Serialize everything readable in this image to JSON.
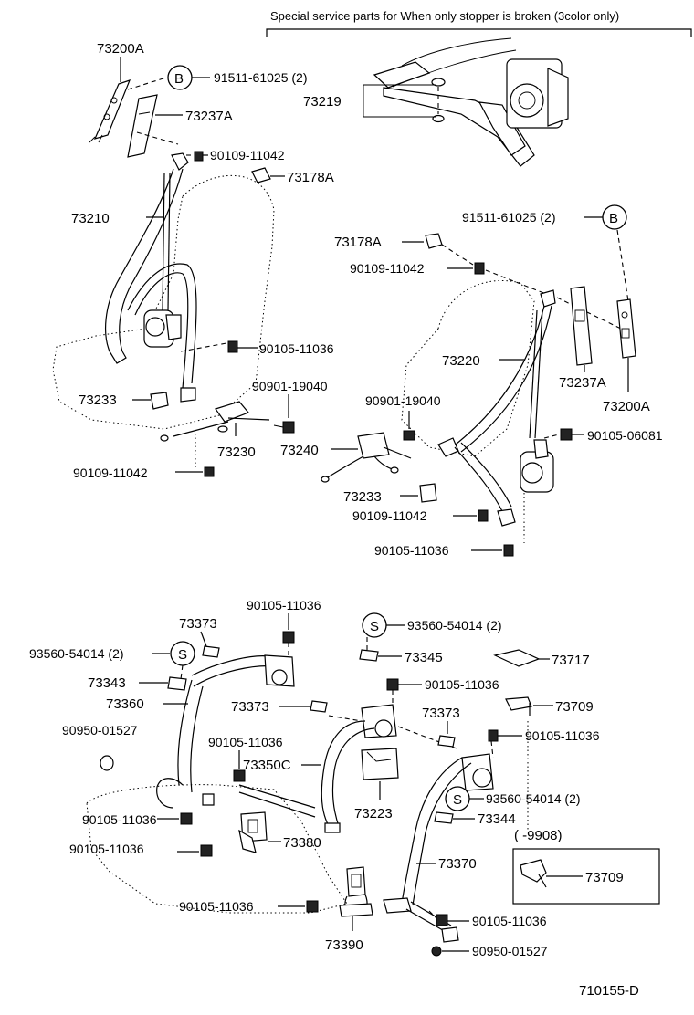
{
  "header_note": "Special service parts for When only stopper is broken (3color only)",
  "figure_id": "710155-D",
  "callouts": {
    "p73200A_top": "73200A",
    "b_top": "B",
    "p91511_top": "91511-61025 (2)",
    "p73237A_top": "73237A",
    "p73219": "73219",
    "p90109_top": "90109-11042",
    "p73178A_top": "73178A",
    "p73210": "73210",
    "p91511_right": "91511-61025 (2)",
    "b_right": "B",
    "p73178A_right": "73178A",
    "p90109_right": "90109-11042",
    "p90105_left1": "90105-11036",
    "p73220": "73220",
    "p73237A_right": "73237A",
    "p73200A_right": "73200A",
    "p90901_left": "90901-19040",
    "p73233_left": "73233",
    "p90901_right": "90901-19040",
    "p73230": "73230",
    "p73240": "73240",
    "p90105_06081": "90105-06081",
    "p90109_left_low": "90109-11042",
    "p73233_right": "73233",
    "p90109_right_low": "90109-11042",
    "p90105_right_low": "90105-11036",
    "p90105_b1": "90105-11036",
    "p73373_a": "73373",
    "s_mid": "S",
    "p93560_mid": "93560-54014 (2)",
    "p93560_left": "93560-54014 (2)",
    "s_left": "S",
    "p73345": "73345",
    "p73717": "73717",
    "p73343": "73343",
    "p90105_b2": "90105-11036",
    "p73360": "73360",
    "p73373_b": "73373",
    "p73709_top": "73709",
    "p73373_c": "73373",
    "p90950_top": "90950-01527",
    "p90105_b3": "90105-11036",
    "p90105_b4": "90105-11036",
    "p73350C": "73350C",
    "p73223": "73223",
    "s_right": "S",
    "p93560_right": "93560-54014 (2)",
    "p73344": "73344",
    "p90105_b5": "90105-11036",
    "p73380": "73380",
    "p90105_b6": "90105-11036",
    "inset_range": "(      -9908)",
    "p73370": "73370",
    "p73709_inset": "73709",
    "p90105_b7": "90105-11036",
    "p90105_b8": "90105-11036",
    "p73390": "73390",
    "p90950_bottom": "90950-01527"
  }
}
